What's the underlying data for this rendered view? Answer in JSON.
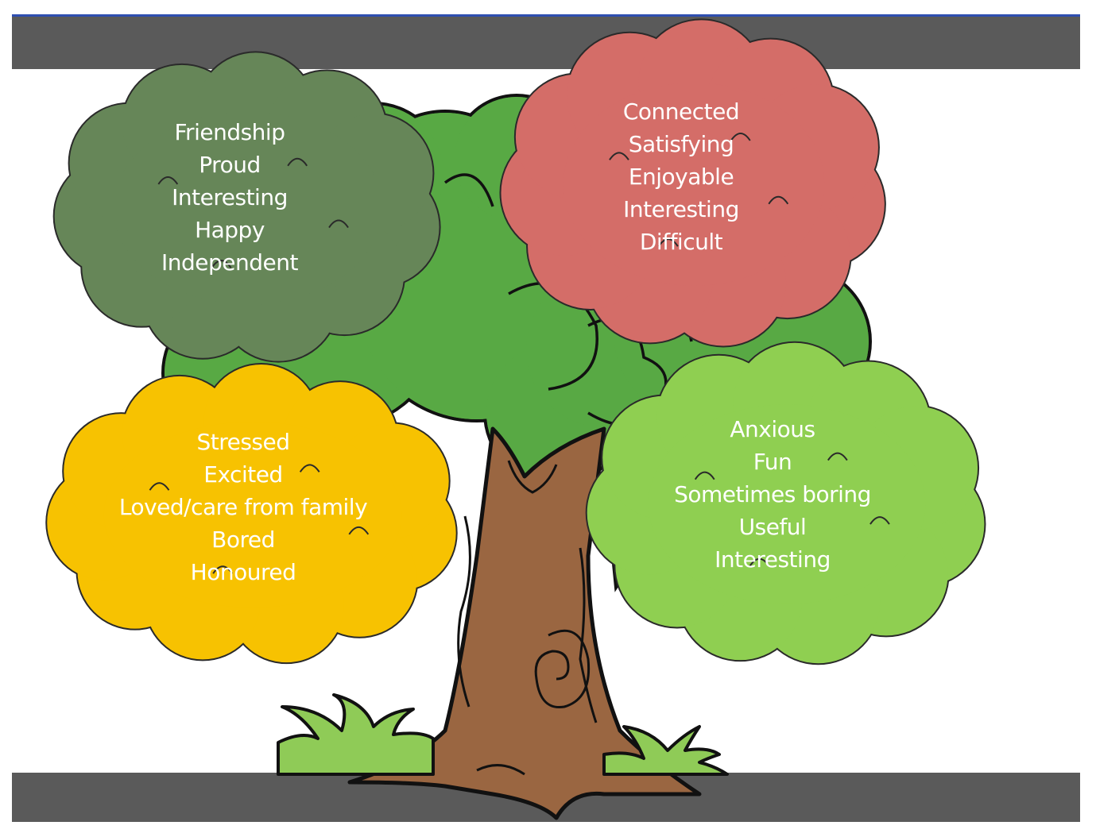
{
  "colors": {
    "bar": "#5a5a5a",
    "bar_accent": "#2f4fb0",
    "crown": "#58a944",
    "trunk": "#9a6641",
    "grass": "#8fcb57",
    "outline": "#111111"
  },
  "clouds": [
    {
      "id": "top-left",
      "color": "#668658",
      "words": [
        "Friendship",
        "Proud",
        "Interesting",
        "Happy",
        "Independent"
      ]
    },
    {
      "id": "top-right",
      "color": "#d46d68",
      "words": [
        "Connected",
        "Satisfying",
        "Enjoyable",
        "Interesting",
        "Difficult"
      ]
    },
    {
      "id": "bottom-left",
      "color": "#f7c201",
      "words": [
        "Stressed",
        "Excited",
        "Loved/care from family",
        "Bored",
        "Honoured"
      ]
    },
    {
      "id": "bottom-right",
      "color": "#8fcf51",
      "words": [
        "Anxious",
        "Fun",
        "Sometimes boring",
        "Useful",
        "Interesting"
      ]
    }
  ]
}
